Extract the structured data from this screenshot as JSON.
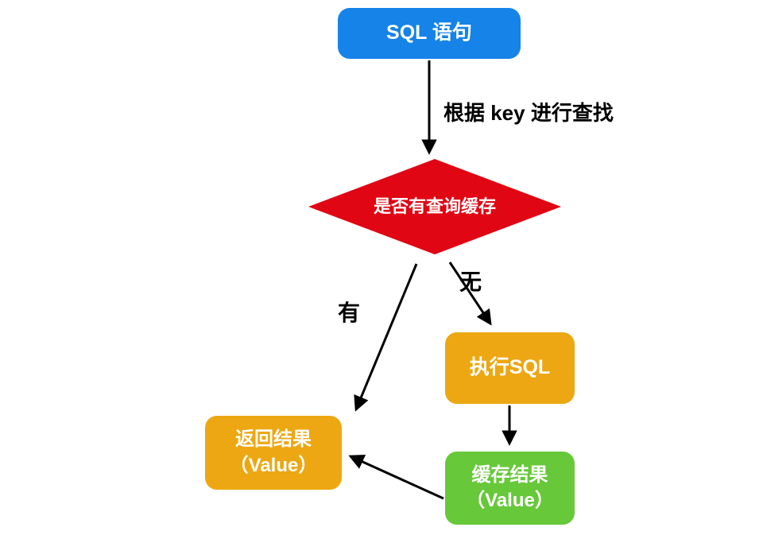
{
  "diagram": {
    "title": "SQL query cache flowchart",
    "colors": {
      "node_blue": "#1583e8",
      "node_red": "#e00613",
      "node_orange": "#eda712",
      "node_green": "#67c83a",
      "node_text": "#ffffff",
      "edge": "#000000"
    },
    "nodes": {
      "sql_statement": {
        "label": "SQL 语句",
        "shape": "rounded-rect"
      },
      "cache_check": {
        "label": "是否有查询缓存",
        "shape": "diamond"
      },
      "execute_sql": {
        "label": "执行SQL",
        "shape": "rounded-rect"
      },
      "return_result": {
        "label_line1": "返回结果",
        "label_line2": "（Value）",
        "shape": "rounded-rect"
      },
      "cache_result": {
        "label_line1": "缓存结果",
        "label_line2": "（Value）",
        "shape": "rounded-rect"
      }
    },
    "edges": {
      "key_lookup": {
        "label": "根据 key 进行查找",
        "from": "sql_statement",
        "to": "cache_check"
      },
      "has_cache": {
        "label": "有",
        "from": "cache_check",
        "to": "return_result"
      },
      "no_cache": {
        "label": "无",
        "from": "cache_check",
        "to": "execute_sql"
      },
      "exec_to_cache": {
        "label": "",
        "from": "execute_sql",
        "to": "cache_result"
      },
      "cache_to_return": {
        "label": "",
        "from": "cache_result",
        "to": "return_result"
      }
    }
  }
}
